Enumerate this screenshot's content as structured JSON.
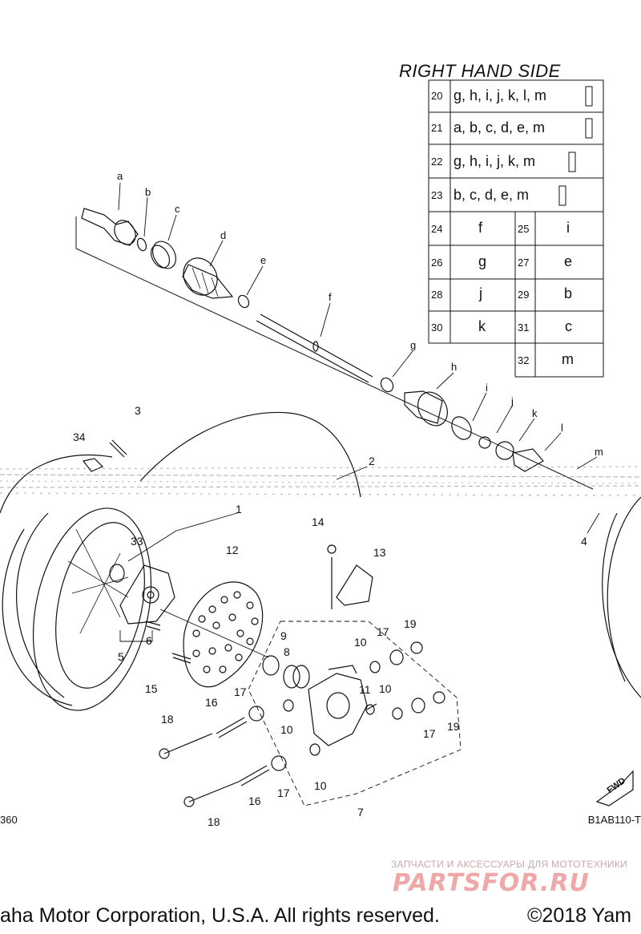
{
  "table": {
    "title": "RIGHT HAND SIDE",
    "rows": [
      {
        "num": "20",
        "text": "g, h, i, j, k, l, m"
      },
      {
        "num": "21",
        "text": "a, b, c, d, e, m"
      },
      {
        "num": "22",
        "text": "g, h, i, j, k, m"
      },
      {
        "num": "23",
        "text": "b, c, d, e, m"
      }
    ],
    "pairs": [
      {
        "num": "24",
        "val": "f"
      },
      {
        "num": "25",
        "val": "i"
      },
      {
        "num": "26",
        "val": "g"
      },
      {
        "num": "27",
        "val": "e"
      },
      {
        "num": "28",
        "val": "j"
      },
      {
        "num": "29",
        "val": "b"
      },
      {
        "num": "30",
        "val": "k"
      },
      {
        "num": "31",
        "val": "c"
      },
      {
        "num": "32",
        "val": "m"
      }
    ]
  },
  "callouts": {
    "letters": [
      "a",
      "b",
      "c",
      "d",
      "e",
      "f",
      "g",
      "h",
      "i",
      "j",
      "k",
      "l",
      "m"
    ],
    "numbers": [
      "1",
      "2",
      "3",
      "4",
      "5",
      "6",
      "7",
      "8",
      "9",
      "10",
      "10",
      "10",
      "10",
      "11",
      "12",
      "13",
      "14",
      "15",
      "16",
      "16",
      "17",
      "17",
      "17",
      "17",
      "18",
      "18",
      "19",
      "19",
      "33",
      "34"
    ]
  },
  "fwd_label": "FWD",
  "diagram_code": "B1AB110-T",
  "diagram_code_left": "360",
  "watermark": {
    "line1": "ЗАПЧАСТИ И АКСЕССУАРЫ ДЛЯ МОТОТЕХНИКИ",
    "line2": "PARTSFOR.RU"
  },
  "copyright_left": "aha Motor Corporation, U.S.A. All rights reserved.",
  "copyright_right": "©2018 Yam"
}
